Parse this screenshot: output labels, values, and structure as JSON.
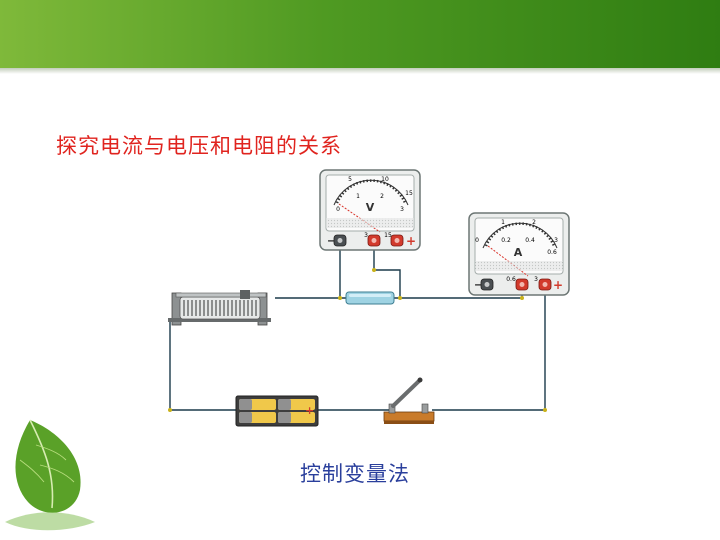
{
  "slide": {
    "title": "探究电流与电压和电阻的关系",
    "method": "控制变量法"
  },
  "voltmeter": {
    "symbol": "V",
    "scale_top": [
      "5",
      "10",
      "15"
    ],
    "scale_bottom": [
      "0",
      "1",
      "2",
      "3"
    ],
    "terminal_minus": "−",
    "terminal_3": "3",
    "terminal_15": "15",
    "terminal_plus": "+"
  },
  "ammeter": {
    "symbol": "A",
    "scale_top": [
      "1",
      "2",
      "3"
    ],
    "scale_bottom": [
      "0",
      "0.2",
      "0.4",
      "0.6"
    ],
    "terminal_minus": "−",
    "terminal_06": "0.6",
    "terminal_3": "3",
    "terminal_plus": "+"
  },
  "battery": {
    "plus": "+"
  },
  "colors": {
    "title_red": "#e0241f",
    "method_blue": "#2a3f9c",
    "wire": "#1b3a4a",
    "terminal_red": "#d23a2c",
    "band_green": "#3f8d1c"
  }
}
